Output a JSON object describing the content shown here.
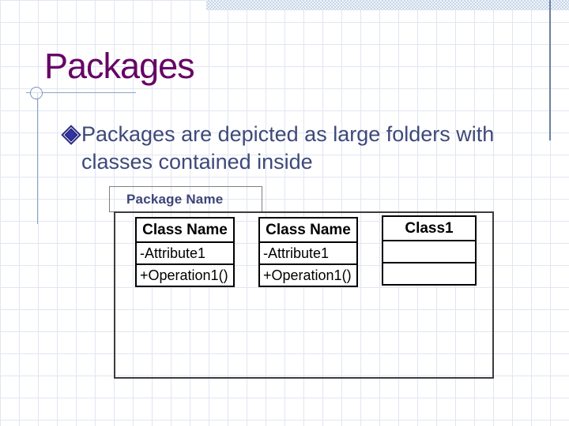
{
  "slide_title": "Packages",
  "bullet": "Packages are depicted as large folders with classes contained inside",
  "uml": {
    "package_label": "Package Name",
    "classes": [
      {
        "name": "Class Name",
        "attribute": "-Attribute1",
        "operation": "+Operation1()"
      },
      {
        "name": "Class Name",
        "attribute": "-Attribute1",
        "operation": "+Operation1()"
      },
      {
        "name": "Class1",
        "attribute": "",
        "operation": ""
      }
    ]
  },
  "icons": {
    "diamond-bullet": "nested indigo diamond (CSS rotated squares)",
    "circle-ornament": "small open circle on accent line"
  },
  "colors": {
    "title_text": "#660566",
    "body_text": "#3E4979",
    "package_label_text": "#3D4577",
    "accent_line": "#8CA3C6",
    "right_bar_line": "#6B7FA0",
    "topbar_check": "#C9D7EA",
    "grid_line": "#E0E6F1",
    "package_border": "#3C3C3C",
    "class_border": "#000000",
    "bullet_diamond_fill": "#3232A2"
  }
}
